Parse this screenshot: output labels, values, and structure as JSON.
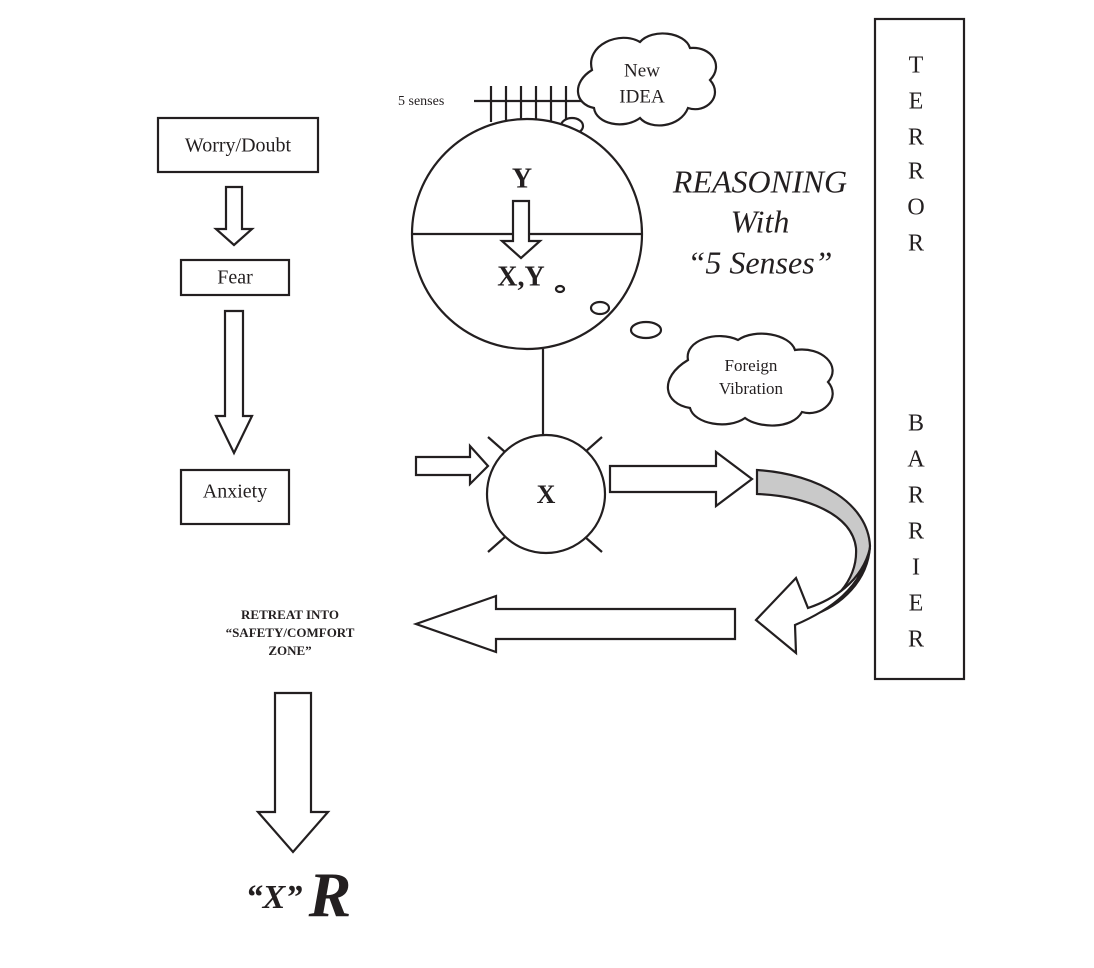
{
  "flow": {
    "worry_doubt": "Worry/Doubt",
    "fear": "Fear",
    "anxiety": "Anxiety",
    "retreat": [
      "RETREAT INTO",
      "“SAFETY/COMFORT",
      "ZONE”"
    ],
    "result_x": "“X”",
    "result_r": "R"
  },
  "mind": {
    "senses_label": "5 senses",
    "top_label": "Y",
    "bottom_label": "X,Y",
    "core_label": "X",
    "new_idea": [
      "New",
      "IDEA"
    ],
    "foreign_vibration": [
      "Foreign",
      "Vibration"
    ]
  },
  "reasoning": [
    "REASONING",
    "With",
    "“5 Senses”"
  ],
  "barrier": {
    "terror_letters": [
      "T",
      "E",
      "R",
      "R",
      "O",
      "R"
    ],
    "barrier_letters": [
      "B",
      "A",
      "R",
      "R",
      "I",
      "E",
      "R"
    ]
  },
  "colors": {
    "ink": "#231f20",
    "curve_fill": "#c9c9c9",
    "background": "#ffffff"
  }
}
